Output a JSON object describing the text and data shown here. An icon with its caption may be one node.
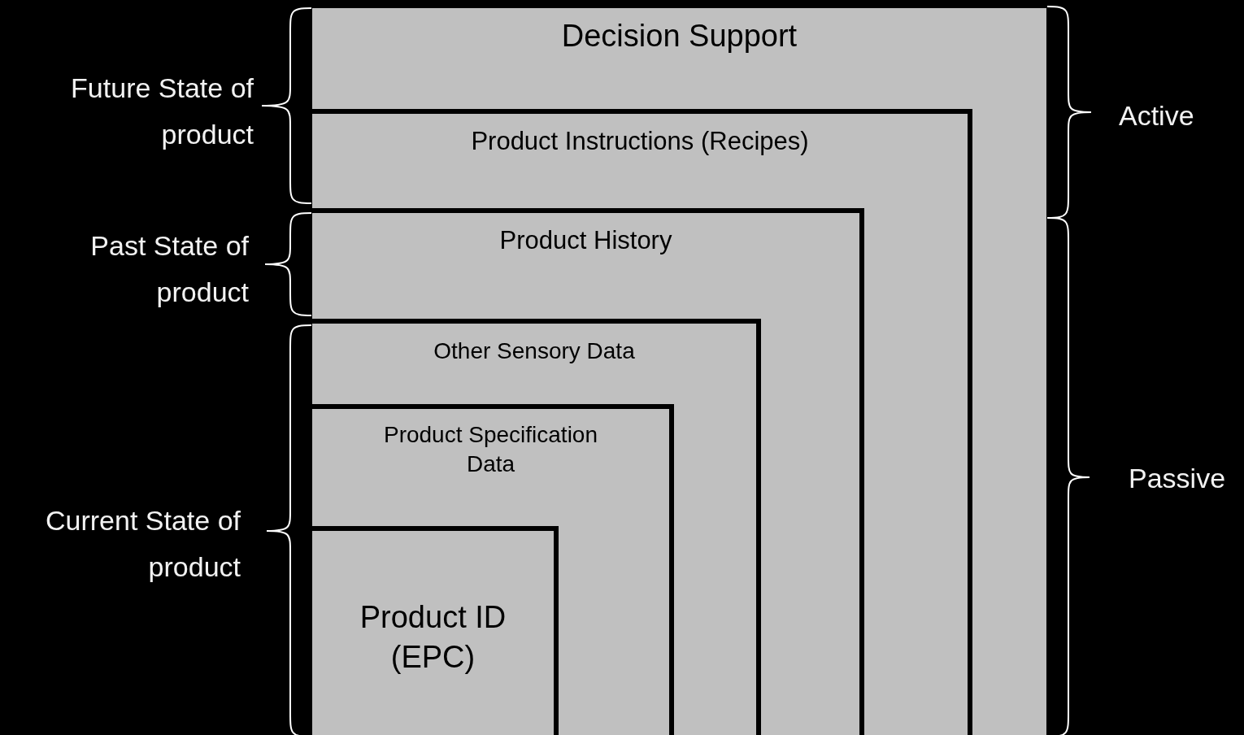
{
  "diagram": {
    "nodes": [
      {
        "text": [
          "Decision Support"
        ]
      },
      {
        "text": [
          "Product Instructions (Recipes)"
        ],
        "in": 0
      },
      {
        "text": [
          "Product History"
        ],
        "in": 1
      },
      {
        "text": [
          "Other Sensory Data"
        ],
        "in": 2
      },
      {
        "text": [
          "Product Specification Data"
        ],
        "in": 3
      },
      {
        "text": [
          "Product ID (EPC)"
        ],
        "in": 4
      }
    ],
    "labels": [
      "Future State of product",
      "Past State of product",
      "Current State of product",
      "Active",
      "Passive"
    ]
  }
}
